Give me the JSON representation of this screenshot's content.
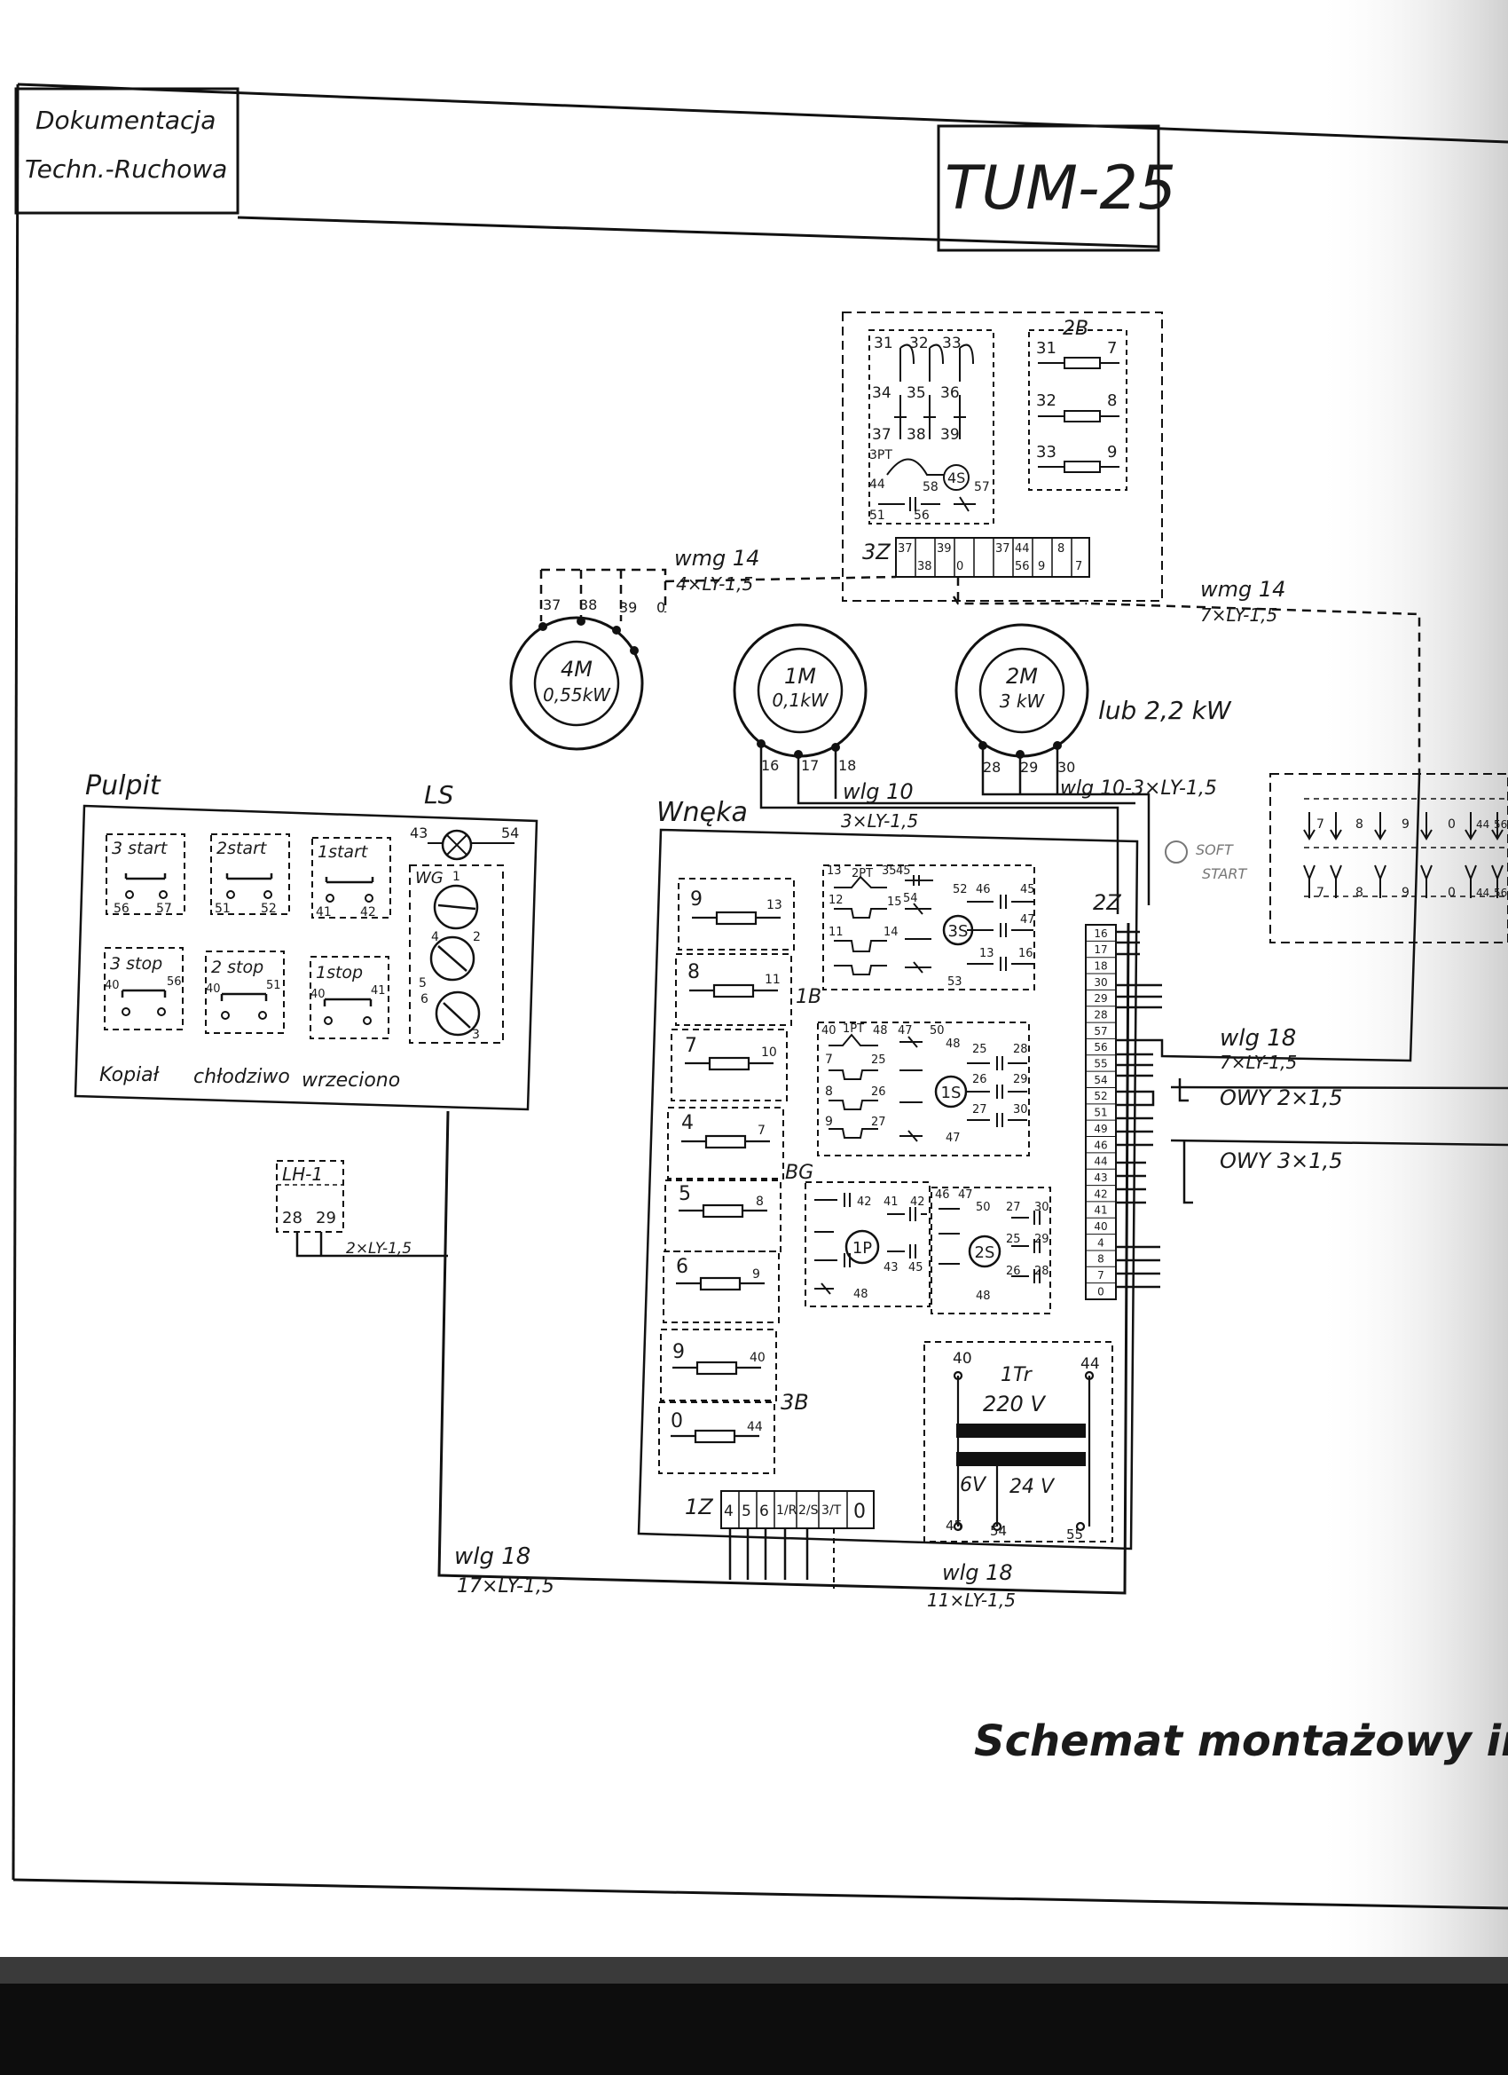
{
  "title_block": {
    "doc_line1": "Dokumentacja",
    "doc_line2": "Techn.-Ruchowa",
    "model": "TUM-25"
  },
  "footer_title": "Schemat montażowy insta",
  "motors": {
    "m4": {
      "name": "4M",
      "power": "0,55kW",
      "terminals": [
        "37",
        "38",
        "39",
        "0"
      ]
    },
    "m1": {
      "name": "1M",
      "power": "0,1kW",
      "terminals": [
        "16",
        "17",
        "18"
      ]
    },
    "m2": {
      "name": "2M",
      "power": "3 kW",
      "alt": "lub 2,2 kW",
      "terminals": [
        "28",
        "29",
        "30"
      ]
    }
  },
  "cables": {
    "wmg14_a": {
      "name": "wmg 14",
      "spec": "4×LY-1,5"
    },
    "wmg14_b": {
      "name": "wmg 14",
      "spec": "7×LY-1,5"
    },
    "wlg10_a": {
      "name": "wlg 10",
      "spec": "3×LY-1,5"
    },
    "wlg10_b": {
      "name": "wlg 10-3×LY-1,5"
    },
    "wlg18_a": {
      "name": "wlg 18",
      "spec": "7×LY-1,5"
    },
    "owy2": {
      "name": "OWY 2×1,5"
    },
    "owy3": {
      "name": "OWY 3×1,5"
    },
    "wlg18_b": {
      "name": "wlg 18",
      "spec": "17×LY-1,5"
    },
    "wlg18_c": {
      "name": "wlg 18",
      "spec": "11×LY-1,5"
    },
    "lh1": {
      "spec": "2×LY-1,5"
    }
  },
  "soft_start": {
    "line1": "SOFT",
    "line2": "START"
  },
  "pulpit": {
    "title": "Pulpit",
    "ls": "LS",
    "ls_terms": [
      "43",
      "54"
    ],
    "wg": "WG",
    "wg_nums": [
      "1",
      "2",
      "4",
      "5",
      "6",
      "3"
    ],
    "starts": [
      {
        "label": "3 start",
        "t1": "56",
        "t2": "57"
      },
      {
        "label": "2start",
        "t1": "51",
        "t2": "52"
      },
      {
        "label": "1start",
        "t1": "41",
        "t2": "42"
      }
    ],
    "stops": [
      {
        "label": "3 stop",
        "t1": "40",
        "t2": "56"
      },
      {
        "label": "2 stop",
        "t1": "40",
        "t2": "51"
      },
      {
        "label": "1stop",
        "t1": "40",
        "t2": "41"
      }
    ],
    "captions": [
      "Kopiał",
      "chłodziwo",
      "wrzeciono"
    ]
  },
  "lh1": {
    "label": "LH-1",
    "t1": "28",
    "t2": "29"
  },
  "wneka": {
    "title": "Wnęka",
    "fuses_1b": [
      {
        "a": "9",
        "b": "13"
      },
      {
        "a": "8",
        "b": "11"
      },
      {
        "a": "7",
        "b": "10"
      },
      {
        "a": "4",
        "b": "7"
      },
      {
        "a": "5",
        "b": "8"
      },
      {
        "a": "6",
        "b": "9"
      }
    ],
    "label_1b": "1B",
    "label_bg": "BG",
    "fuses_3b": [
      {
        "a": "9",
        "b": "40"
      },
      {
        "a": "0",
        "b": "44"
      }
    ],
    "label_3b": "3B",
    "contactors": {
      "c3s": "3S",
      "c1s": "1S",
      "c1p": "1P",
      "c2s": "2S"
    },
    "relay_labels": {
      "r2": "2PT",
      "r1": "1PT"
    },
    "c3s_nums": [
      "13",
      "12",
      "15",
      "54",
      "52",
      "46",
      "45",
      "47",
      "11",
      "14",
      "16",
      "13",
      "53",
      "45",
      "35"
    ],
    "c1s_nums": [
      "40",
      "48",
      "47",
      "50",
      "25",
      "28",
      "7",
      "25",
      "48",
      "26",
      "29",
      "8",
      "26",
      "27",
      "30",
      "9",
      "27",
      "47"
    ],
    "c1p_nums": [
      "42",
      "41",
      "42",
      "43",
      "45",
      "48"
    ],
    "c2s_nums": [
      "46",
      "47",
      "50",
      "27",
      "30",
      "25",
      "29",
      "26",
      "28",
      "48"
    ],
    "transformer": {
      "name": "1Tr",
      "primary": "220 V",
      "sec1": "6V",
      "sec2": "24 V",
      "terms_top": [
        "40",
        "44"
      ],
      "terms_bottom": [
        "45",
        "54",
        "55"
      ]
    },
    "terminal_1z": {
      "label": "1Z",
      "cells": [
        "4",
        "5",
        "6",
        "1/R",
        "2/S",
        "3/T",
        "0"
      ]
    },
    "terminal_2z": {
      "label": "2Z",
      "cells": [
        "16",
        "17",
        "18",
        "30",
        "29",
        "28",
        "57",
        "56",
        "55",
        "54",
        "52",
        "51",
        "49",
        "46",
        "44",
        "43",
        "42",
        "41",
        "40",
        "4",
        "8",
        "7",
        "0"
      ]
    }
  },
  "panel_2b": {
    "label": "2B",
    "fuses": [
      {
        "a": "31",
        "b": "7"
      },
      {
        "a": "32",
        "b": "8"
      },
      {
        "a": "33",
        "b": "9"
      }
    ],
    "contacts_top": [
      "31",
      "32",
      "33"
    ],
    "contacts_mid": [
      "34",
      "35",
      "36"
    ],
    "contacts_bot": [
      "37",
      "38",
      "39"
    ],
    "relay": "3PT",
    "contactor": "4S",
    "extra": [
      "44",
      "58",
      "57",
      "51",
      "56"
    ],
    "terminal_label": "3Z",
    "terminal_cells": [
      "37",
      "38",
      "39",
      "0",
      "37",
      "44",
      "56",
      "9",
      "8",
      "7"
    ]
  },
  "right_terminal": {
    "top": [
      "7",
      "8",
      "9",
      "0",
      "44",
      "56"
    ],
    "bottom": [
      "7",
      "8",
      "9",
      "0",
      "44",
      "56"
    ]
  }
}
